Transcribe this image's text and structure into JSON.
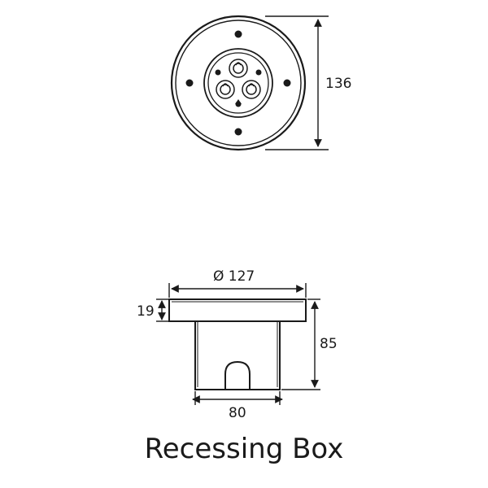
{
  "top_view": {
    "height_label": "136"
  },
  "side_view": {
    "diameter_label": "Ø 127",
    "flange_label": "19",
    "height_label": "85",
    "base_label": "80"
  },
  "caption": "Recessing Box",
  "colors": {
    "line": "#1a1a1a",
    "background": "#ffffff"
  }
}
